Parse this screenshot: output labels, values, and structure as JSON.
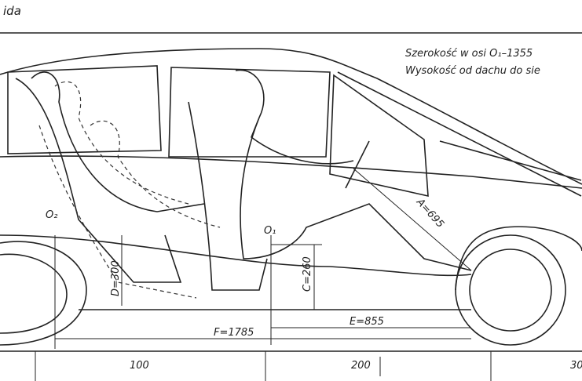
{
  "header": {
    "title": "ida"
  },
  "notes": {
    "width": "Szerokość w osi O₁–1355",
    "height": "Wysokość od dachu do sie"
  },
  "points": {
    "o1": "O₁",
    "o2": "O₂"
  },
  "dimensions": {
    "a": "A=695",
    "c": "C=260",
    "d": "D=300",
    "e": "E=855",
    "f": "F=1785"
  },
  "scale": {
    "ticks": [
      "100",
      "200",
      "30"
    ]
  }
}
